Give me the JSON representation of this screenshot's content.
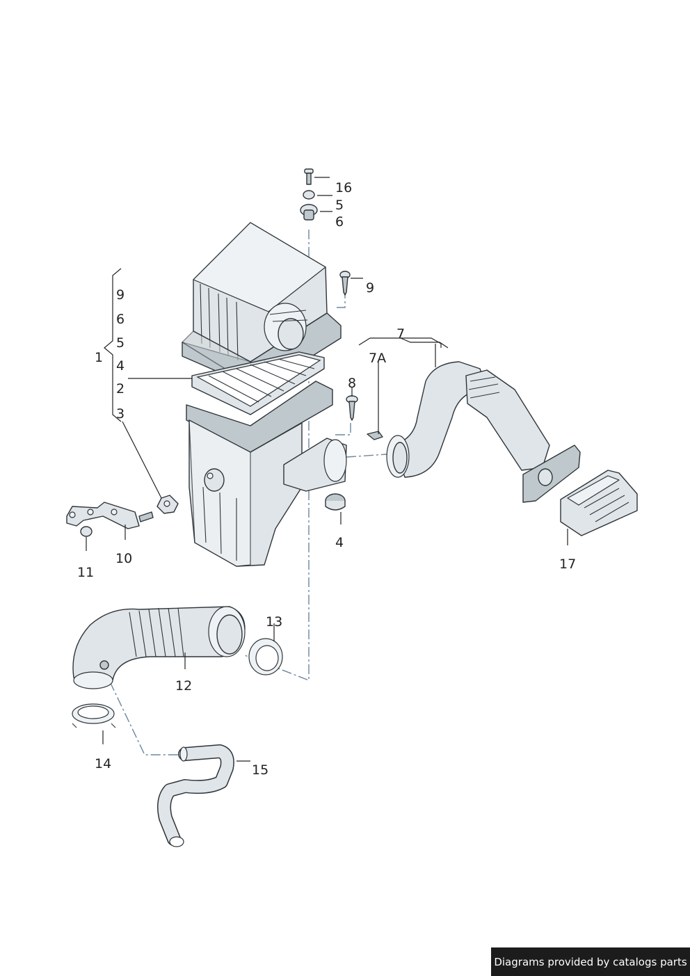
{
  "callouts": {
    "c16": "16",
    "c5top": "5",
    "c6top": "6",
    "c9right": "9",
    "g9": "9",
    "g6": "6",
    "g5": "5",
    "g4": "4",
    "g2": "2",
    "g3": "3",
    "g1": "1",
    "c7": "7",
    "c7A": "7A",
    "c8": "8",
    "c4": "4",
    "c11": "11",
    "c10": "10",
    "c17": "17",
    "c13": "13",
    "c12": "12",
    "c14": "14",
    "c15": "15"
  },
  "footer": {
    "credit": "Diagrams provided by catalogs parts"
  },
  "colors": {
    "part_fill": "#dfe5e8",
    "outline": "#2e3438",
    "centerline": "#6b87a0",
    "footer_bg": "#1c1c1c"
  }
}
